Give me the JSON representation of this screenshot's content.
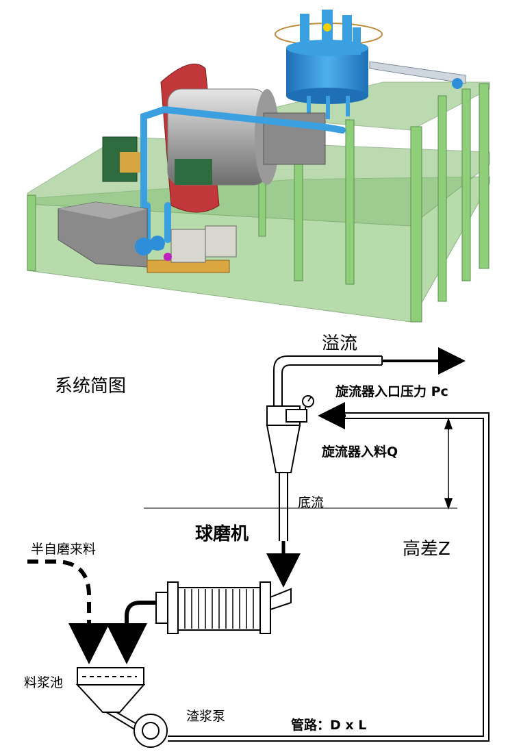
{
  "title": "系统简图",
  "labels": {
    "overflow": "溢流",
    "inlet_pressure": "旋流器入口压力 Pc",
    "inlet_feed": "旋流器入料Q",
    "underflow": "底流",
    "ball_mill": "球磨机",
    "height_diff": "高差Z",
    "sag_feed": "半自磨来料",
    "slurry_tank": "料浆池",
    "slurry_pump": "渣浆泵",
    "pipeline": "管路：D x L"
  },
  "colors": {
    "floor": "#8fbf7f",
    "column": "#8fcf7a",
    "column_edge": "#5a8f4f",
    "cyclone_blue": "#2e8fd8",
    "pipe_blue": "#3aa0e0",
    "mill_grey": "#b5b5b5",
    "mill_red": "#c2373a",
    "line": "#000000"
  }
}
